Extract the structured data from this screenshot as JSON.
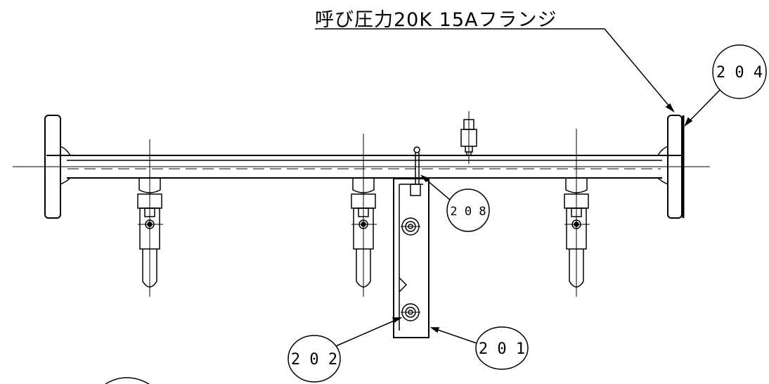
{
  "drawing": {
    "flange_note": "呼び圧力20K 15Aフランジ",
    "balloons": {
      "b204": "2 0 4",
      "b208": "2 0 8",
      "b202": "2 0 2",
      "b201": "2 0 1"
    }
  }
}
